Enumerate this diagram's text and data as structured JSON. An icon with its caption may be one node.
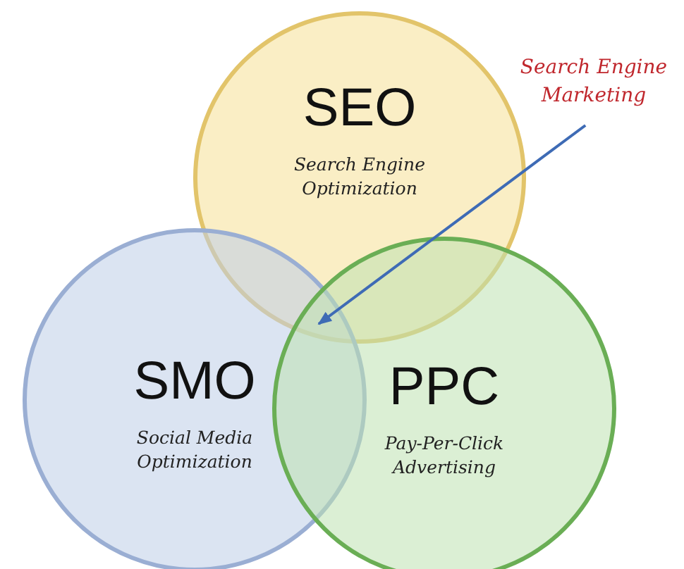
{
  "diagram": {
    "nodes": [
      {
        "text": [
          "SEO",
          "Search Engine Optimization"
        ]
      },
      {
        "text": [
          "SMO",
          "Social Media Optimization"
        ]
      },
      {
        "text": [
          "PPC",
          "Pay-Per-Click Advertising"
        ]
      },
      {
        "text": [
          "Search Engine Marketing"
        ]
      }
    ],
    "edges": [
      {
        "from": 3,
        "to": 0,
        "arrow": "to"
      }
    ]
  }
}
